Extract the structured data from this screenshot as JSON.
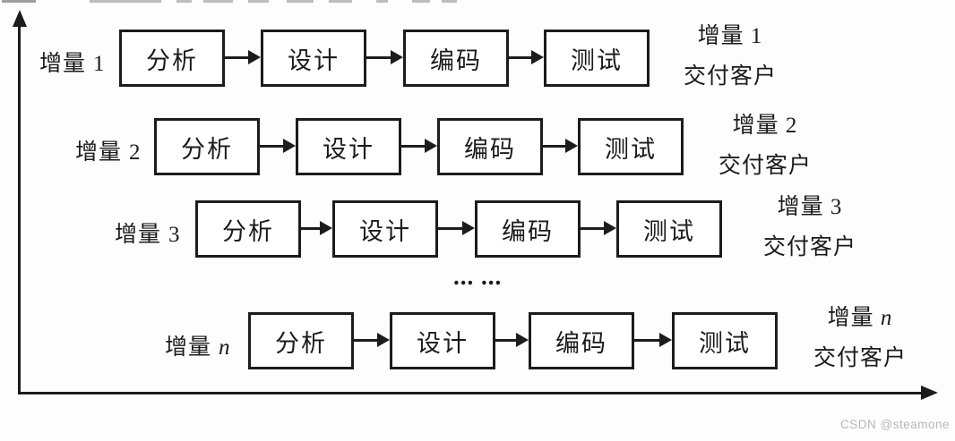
{
  "colors": {
    "line": "#1c1c1c",
    "bg": "#fdfdfd",
    "wm": "#b4b8ba"
  },
  "diagram": {
    "ellipsis": "... ...",
    "watermark": "CSDN @steamone",
    "rows": [
      {
        "left_prefix": "增量",
        "left_index": "1",
        "stages": [
          "分析",
          "设计",
          "编码",
          "测试"
        ],
        "right_prefix": "增量",
        "right_index": "1",
        "right_caption": "交付客户"
      },
      {
        "left_prefix": "增量",
        "left_index": "2",
        "stages": [
          "分析",
          "设计",
          "编码",
          "测试"
        ],
        "right_prefix": "增量",
        "right_index": "2",
        "right_caption": "交付客户"
      },
      {
        "left_prefix": "增量",
        "left_index": "3",
        "stages": [
          "分析",
          "设计",
          "编码",
          "测试"
        ],
        "right_prefix": "增量",
        "right_index": "3",
        "right_caption": "交付客户"
      },
      {
        "left_prefix": "增量",
        "left_index": "n",
        "stages": [
          "分析",
          "设计",
          "编码",
          "测试"
        ],
        "right_prefix": "增量",
        "right_index": "n",
        "right_caption": "交付客户"
      }
    ]
  }
}
